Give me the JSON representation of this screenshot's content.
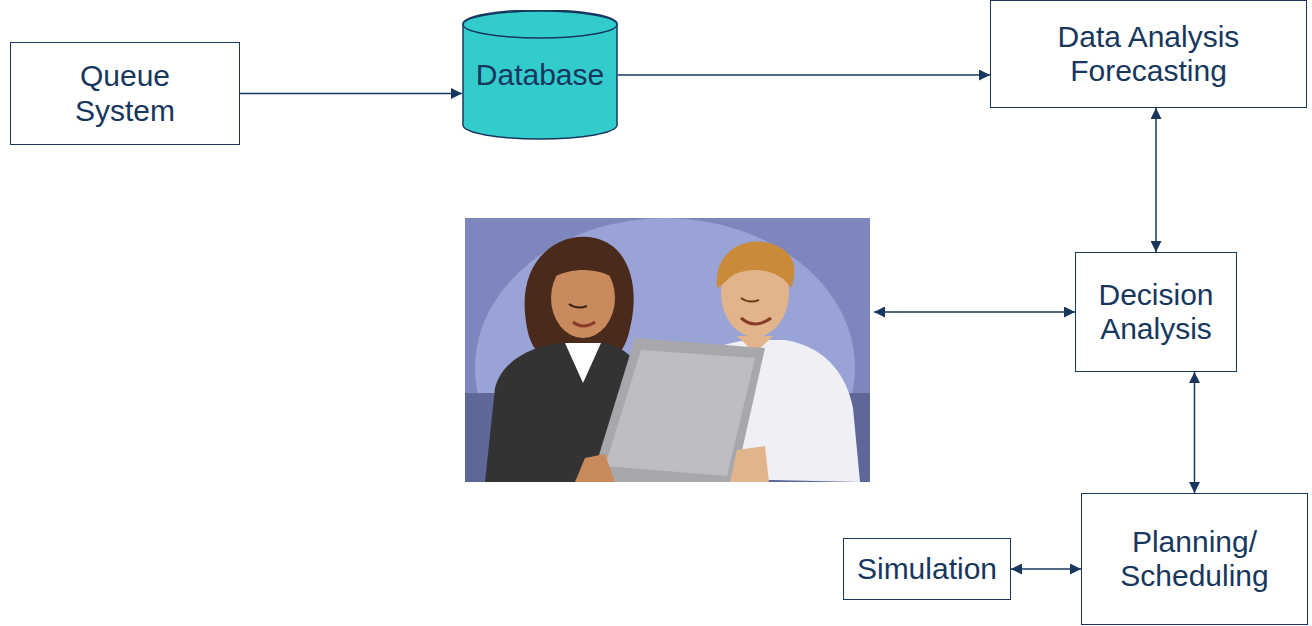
{
  "diagram": {
    "nodes": [
      {
        "text": [
          "Queue System"
        ]
      },
      {
        "text": [
          "Database"
        ]
      },
      {
        "text": [
          "Data Analysis Forecasting"
        ]
      },
      {
        "text": [
          "Decision Analysis"
        ]
      },
      {
        "text": [
          "Planning/ Scheduling"
        ]
      },
      {
        "text": [
          "Simulation"
        ]
      }
    ],
    "edges": [
      {
        "from": 0,
        "to": 1,
        "arrow": "to"
      },
      {
        "from": 1,
        "to": 2,
        "arrow": "to"
      },
      {
        "from": 2,
        "to": 3,
        "arrow": "both"
      },
      {
        "from": 3,
        "to": 4,
        "arrow": "both"
      },
      {
        "from": 5,
        "to": 4,
        "arrow": "both"
      }
    ]
  }
}
